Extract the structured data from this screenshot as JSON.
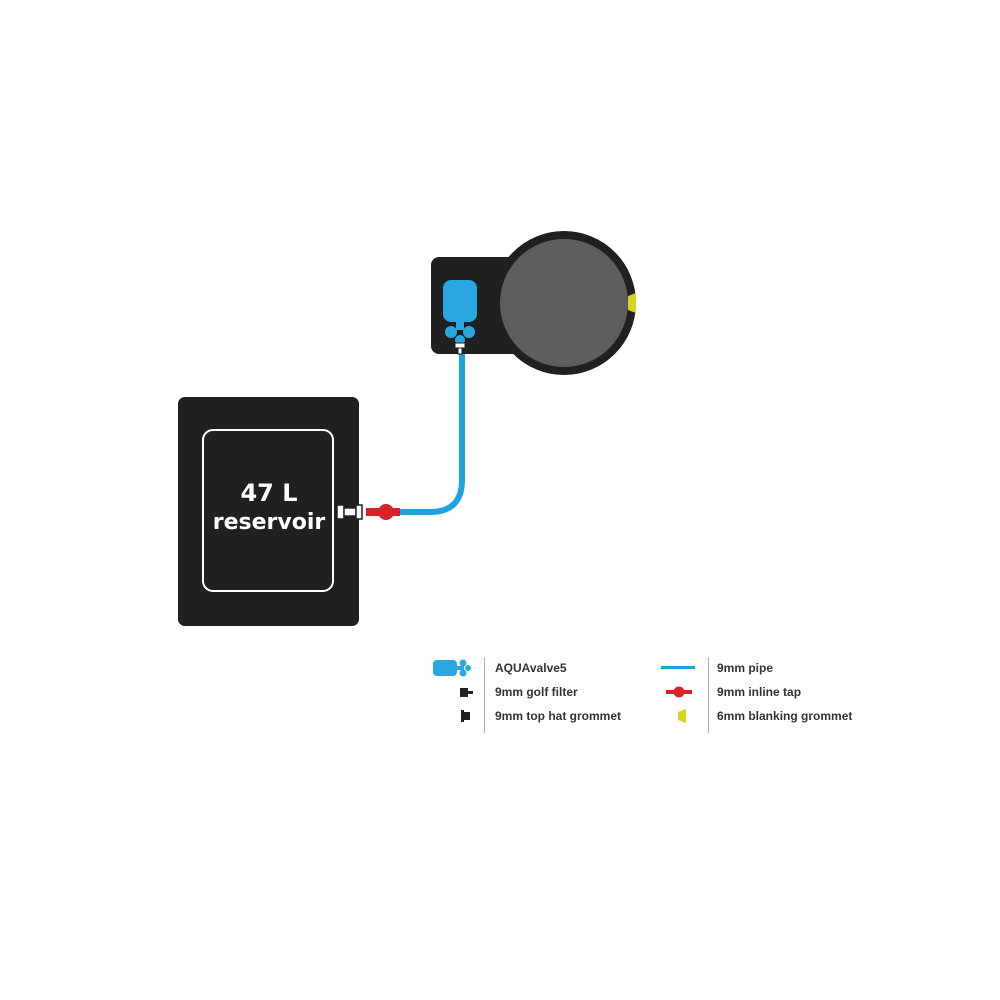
{
  "reservoir": {
    "capacity": "47 L",
    "name": "reservoir"
  },
  "legend": {
    "left": [
      {
        "icon": "aquavalve-icon",
        "label": "AQUAvalve5"
      },
      {
        "icon": "golf-filter-icon",
        "label": "9mm golf filter"
      },
      {
        "icon": "top-hat-grommet-icon",
        "label": "9mm top hat grommet"
      }
    ],
    "right": [
      {
        "icon": "pipe-icon",
        "label": "9mm pipe"
      },
      {
        "icon": "inline-tap-icon",
        "label": "9mm inline tap"
      },
      {
        "icon": "blanking-grommet-icon",
        "label": "6mm blanking grommet"
      }
    ]
  },
  "colors": {
    "dark": "#202020",
    "pot": "#5e5e5e",
    "pipe": "#1fa3dd",
    "valve": "#2aa7e0",
    "tap": "#d8232a",
    "blanking": "#d7d320"
  }
}
